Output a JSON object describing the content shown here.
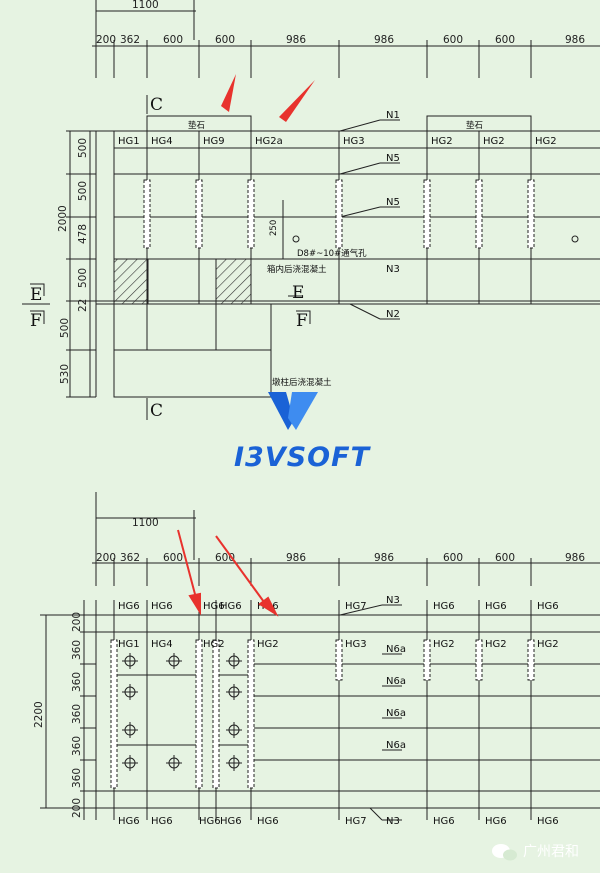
{
  "colors": {
    "background": "#e6f3e2",
    "line": "#222222",
    "accent_arrow": "#e8322d",
    "logo_blue": "#1a62d6",
    "watermark": "#ffffff"
  },
  "top_view": {
    "dim_total": "1100",
    "dims": [
      "200",
      "362",
      "600",
      "600",
      "986",
      "986",
      "600",
      "600",
      "986"
    ],
    "height_dims": [
      "500",
      "500",
      "478",
      "500",
      "22",
      "500",
      "530"
    ],
    "height_total": "2000",
    "section_labels": {
      "c_top": "C",
      "c_bottom": "C",
      "e_left": "E",
      "f_left": "F",
      "e_right": "E",
      "f_right": "F"
    },
    "pad_label_1": "垫石",
    "pad_label_2": "垫石",
    "beam_labels": [
      "HG1",
      "HG4",
      "HG9",
      "HG2a",
      "HG3",
      "HG2",
      "HG2",
      "HG2"
    ],
    "bars": [
      "N1",
      "N5",
      "N5",
      "N3",
      "N2"
    ],
    "annotation_250": "250",
    "vent_note": "D8#~10#通气孔",
    "box_note": "箱内后浇混凝土",
    "pier_note": "墩柱后浇混凝土"
  },
  "logo": {
    "text": "I3VSOFT",
    "icon": "v-logo-icon"
  },
  "bottom_view": {
    "dim_total": "1100",
    "dims": [
      "200",
      "362",
      "600",
      "600",
      "986",
      "986",
      "600",
      "600",
      "986"
    ],
    "height_dims": [
      "200",
      "360",
      "360",
      "360",
      "360",
      "360",
      "200"
    ],
    "height_total": "2200",
    "top_labels": [
      "HG6",
      "HG6",
      "HG6",
      "HG6",
      "HG6",
      "HG7",
      "HG6",
      "HG6",
      "HG6"
    ],
    "second_labels": [
      "HG1",
      "HG4",
      "HG2",
      "HG2",
      "HG3",
      "HG2",
      "HG2",
      "HG2"
    ],
    "bottom_labels": [
      "HG6",
      "HG6",
      "HG6",
      "HG6",
      "HG6",
      "HG7",
      "HG6",
      "HG6",
      "HG6"
    ],
    "bars": [
      "N3",
      "N6a",
      "N6a",
      "N6a",
      "N6a",
      "N3"
    ]
  },
  "watermark": {
    "icon": "wechat-icon",
    "text": "广州君和"
  }
}
